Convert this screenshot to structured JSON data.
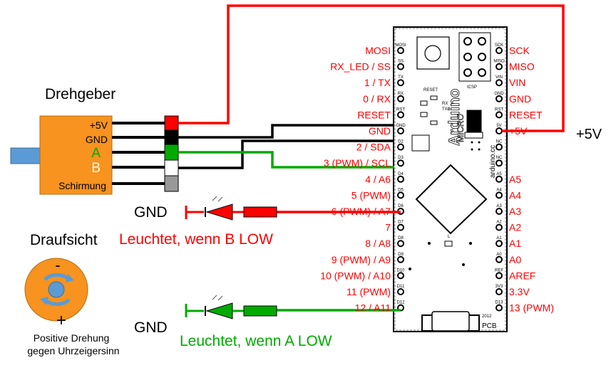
{
  "encoder": {
    "title": "Drehgeber",
    "pins": [
      "+5V",
      "GND",
      "A",
      "B",
      "Schirmung"
    ]
  },
  "supply_label": "+5V",
  "top_view": {
    "title": "Draufsicht",
    "minus": "-",
    "plus": "+",
    "caption_line1": "Positive Drehung",
    "caption_line2": "gegen Uhrzeigersinn"
  },
  "led_red": {
    "gnd": "GND",
    "caption": "Leuchtet, wenn B LOW"
  },
  "led_green": {
    "gnd": "GND",
    "caption": "Leuchtet, wenn A LOW"
  },
  "board": {
    "left_pins": [
      "MOSI",
      "RX_LED / SS",
      "1 / TX",
      "0 / RX",
      "RESET",
      "GND",
      "2 / SDA",
      "3 (PWM) / SCL",
      "4 / A6",
      "5 (PWM)",
      "6 (PWM) / A7",
      "7",
      "8 / A8",
      "9 (PWM) / A9",
      "10 (PWM) / A10",
      "11 (PWM)",
      "12 / A11"
    ],
    "right_pins": [
      "SCK",
      "MISO",
      "VIN",
      "GND",
      "RESET",
      "+5V",
      "",
      "",
      "A5",
      "A4",
      "A3",
      "A2",
      "A1",
      "A0",
      "AREF",
      "3.3V",
      "13 (PWM)"
    ],
    "left_silk": [
      "MOSI",
      "SS",
      "TX",
      "RX",
      "RST",
      "GND",
      "D2",
      "D3",
      "D4",
      "D5",
      "D6",
      "D7",
      "D8",
      "D9",
      "D10",
      "D11",
      "D12"
    ],
    "right_silk": [
      "SCK",
      "MISO",
      "VIN",
      "GND",
      "RST",
      "5V",
      "NC",
      "NC",
      "A5",
      "A4",
      "A3",
      "A2",
      "A1",
      "A0",
      "REF",
      "3V3",
      "D13"
    ],
    "brand": "Arduino",
    "model": "MICRO",
    "reset_label": "RESET",
    "icsp_label": "ICSP",
    "rx_label": "RX",
    "tx_label": "TX",
    "l_label": "L",
    "url": "arduino.cc",
    "year_label": "2012",
    "pcb_label": "PCB"
  },
  "colors": {
    "red": "#ff0000",
    "green": "#00aa00",
    "orange": "#f7931e",
    "blue": "#5b9bd5",
    "black": "#000000"
  }
}
